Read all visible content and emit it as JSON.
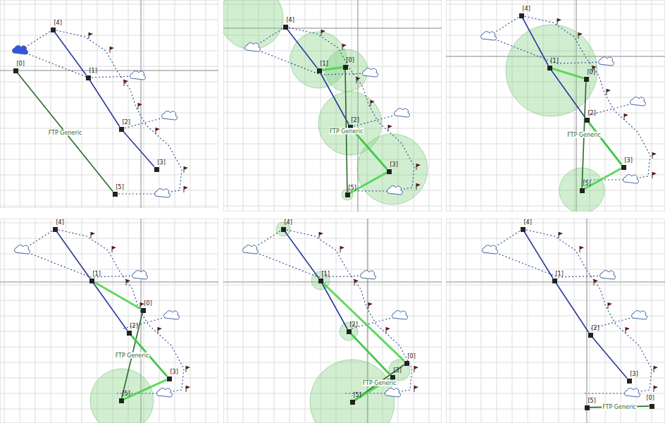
{
  "diagram": {
    "nodes": [
      {
        "text": [
          "[4]"
        ]
      },
      {
        "text": [
          "[1]"
        ]
      },
      {
        "text": [
          "[2]"
        ]
      },
      {
        "text": [
          "[3]"
        ]
      },
      {
        "text": [
          "[0]"
        ]
      },
      {
        "text": [
          "[5]"
        ]
      },
      {
        "text": [
          "[4]"
        ]
      },
      {
        "text": [
          "[1]"
        ]
      },
      {
        "text": [
          "[2]"
        ]
      },
      {
        "text": [
          "[3]"
        ]
      },
      {
        "text": [
          "[0]"
        ]
      },
      {
        "text": [
          "[5]"
        ]
      },
      {
        "text": [
          "[4]"
        ]
      },
      {
        "text": [
          "[1]"
        ]
      },
      {
        "text": [
          "[2]"
        ]
      },
      {
        "text": [
          "[3]"
        ]
      },
      {
        "text": [
          "[0]"
        ]
      },
      {
        "text": [
          "[5]"
        ]
      },
      {
        "text": [
          "[4]"
        ]
      },
      {
        "text": [
          "[1]"
        ]
      },
      {
        "text": [
          "[2]"
        ]
      },
      {
        "text": [
          "[3]"
        ]
      },
      {
        "text": [
          "[0]"
        ]
      },
      {
        "text": [
          "[5]"
        ]
      },
      {
        "text": [
          "[4]"
        ]
      },
      {
        "text": [
          "[1]"
        ]
      },
      {
        "text": [
          "[2]"
        ]
      },
      {
        "text": [
          "[3]"
        ]
      },
      {
        "text": [
          "[0]"
        ]
      },
      {
        "text": [
          "[5]"
        ]
      },
      {
        "text": [
          "[4]"
        ]
      },
      {
        "text": [
          "[1]"
        ]
      },
      {
        "text": [
          "[2]"
        ]
      },
      {
        "text": [
          "[3]"
        ]
      },
      {
        "text": [
          "[0]"
        ]
      },
      {
        "text": [
          "[5]"
        ]
      }
    ],
    "edges": [
      {
        "from": 0,
        "to": 1,
        "arrow": "none"
      },
      {
        "from": 1,
        "to": 2,
        "arrow": "none"
      },
      {
        "from": 2,
        "to": 3,
        "arrow": "none"
      },
      {
        "from": 4,
        "to": 5,
        "label": "FTP Generic",
        "arrow": "none"
      },
      {
        "from": 6,
        "to": 7,
        "arrow": "none"
      },
      {
        "from": 7,
        "to": 8,
        "arrow": "none"
      },
      {
        "from": 8,
        "to": 9,
        "arrow": "none"
      },
      {
        "from": 10,
        "to": 11,
        "label": "FTP Generic",
        "arrow": "none"
      },
      {
        "from": 7,
        "to": 10,
        "arrow": "none"
      },
      {
        "from": 8,
        "to": 9,
        "arrow": "none"
      },
      {
        "from": 9,
        "to": 11,
        "arrow": "none"
      },
      {
        "from": 12,
        "to": 13,
        "arrow": "none"
      },
      {
        "from": 13,
        "to": 14,
        "arrow": "none"
      },
      {
        "from": 14,
        "to": 15,
        "arrow": "none"
      },
      {
        "from": 16,
        "to": 17,
        "label": "FTP Generic",
        "arrow": "none"
      },
      {
        "from": 13,
        "to": 16,
        "arrow": "none"
      },
      {
        "from": 14,
        "to": 15,
        "arrow": "none"
      },
      {
        "from": 15,
        "to": 17,
        "arrow": "none"
      },
      {
        "from": 18,
        "to": 19,
        "arrow": "none"
      },
      {
        "from": 19,
        "to": 20,
        "arrow": "none"
      },
      {
        "from": 20,
        "to": 21,
        "arrow": "none"
      },
      {
        "from": 22,
        "to": 23,
        "label": "FTP Generic",
        "arrow": "none"
      },
      {
        "from": 19,
        "to": 22,
        "arrow": "none"
      },
      {
        "from": 20,
        "to": 21,
        "arrow": "none"
      },
      {
        "from": 21,
        "to": 23,
        "arrow": "none"
      },
      {
        "from": 24,
        "to": 25,
        "arrow": "none"
      },
      {
        "from": 25,
        "to": 26,
        "arrow": "none"
      },
      {
        "from": 26,
        "to": 27,
        "arrow": "none"
      },
      {
        "from": 28,
        "to": 29,
        "label": "FTP Generic",
        "arrow": "none"
      },
      {
        "from": 25,
        "to": 28,
        "arrow": "none"
      },
      {
        "from": 26,
        "to": 27,
        "arrow": "none"
      },
      {
        "from": 27,
        "to": 29,
        "arrow": "none"
      },
      {
        "from": 30,
        "to": 31,
        "arrow": "none"
      },
      {
        "from": 31,
        "to": 32,
        "arrow": "none"
      },
      {
        "from": 32,
        "to": 33,
        "arrow": "none"
      },
      {
        "from": 34,
        "to": 35,
        "label": "FTP Generic",
        "arrow": "none"
      }
    ]
  }
}
